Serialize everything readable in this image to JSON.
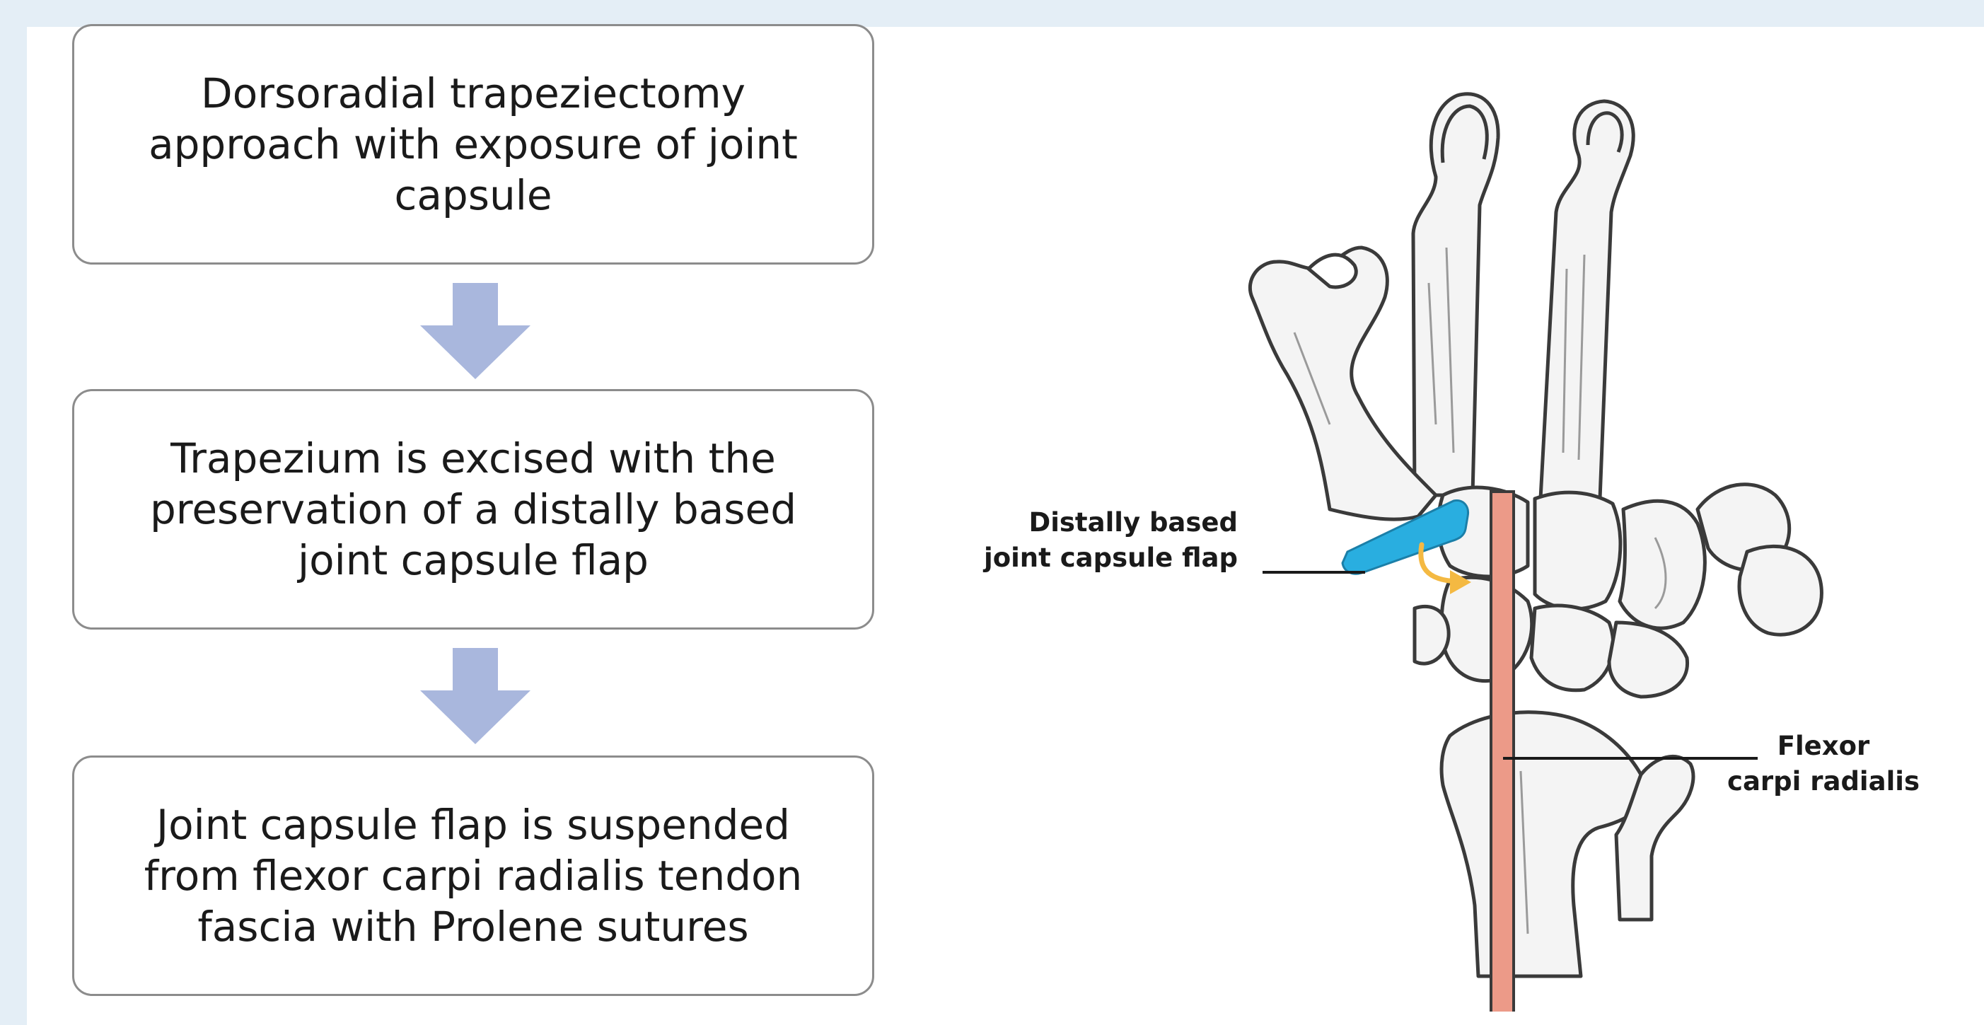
{
  "flowchart": {
    "steps": [
      {
        "lines": [
          "Dorsoradial trapeziectomy",
          "approach with exposure of joint",
          "capsule"
        ]
      },
      {
        "lines": [
          "Trapezium is excised with the",
          "preservation of a distally based",
          "joint capsule flap"
        ]
      },
      {
        "lines": [
          "Joint capsule flap is suspended",
          "from flexor carpi radialis tendon",
          "fascia with Prolene sutures"
        ]
      }
    ],
    "arrow_color": "#a9b7dd",
    "box_border_color": "#8c8c8c"
  },
  "illustration": {
    "callouts": {
      "flap": [
        "Distally based",
        "joint capsule flap"
      ],
      "fcr": [
        "Flexor",
        "carpi radialis"
      ]
    },
    "colors": {
      "capsule_flap": "#29aee0",
      "tendon": "#ec9a88",
      "suspension_arrow": "#f4b942"
    }
  }
}
